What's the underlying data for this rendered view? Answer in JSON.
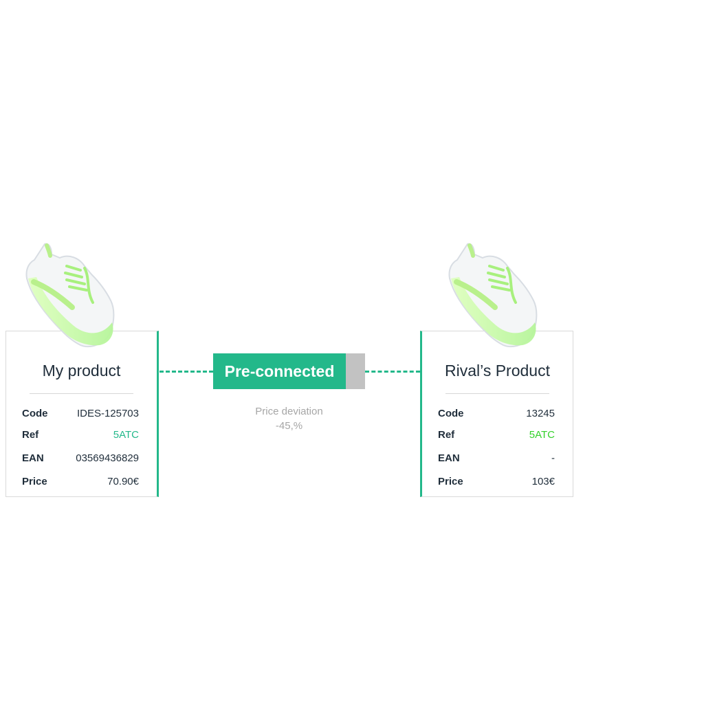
{
  "my_product": {
    "title": "My product",
    "rows": [
      {
        "label": "Code",
        "value": "IDES-125703"
      },
      {
        "label": "Ref",
        "value": "5ATC"
      },
      {
        "label": "EAN",
        "value": "03569436829"
      },
      {
        "label": "Price",
        "value": "70.90€"
      }
    ]
  },
  "rival_product": {
    "title": "Rival’s  Product",
    "rows": [
      {
        "label": "Code",
        "value": "13245"
      },
      {
        "label": "Ref",
        "value": "5ATC"
      },
      {
        "label": "EAN",
        "value": "-"
      },
      {
        "label": "Price",
        "value": "103€"
      }
    ]
  },
  "connection": {
    "status_label": "Pre-connected",
    "deviation_label": "Price deviation",
    "deviation_value": "-45,%"
  },
  "colors": {
    "accent": "#23b88a",
    "ref_left": "#23b88a",
    "ref_right": "#34d12b",
    "muted": "#a6a6a6",
    "status_tail": "#c2c2c2"
  },
  "icons": {
    "left_image": "sneaker-image",
    "right_image": "sneaker-image"
  }
}
